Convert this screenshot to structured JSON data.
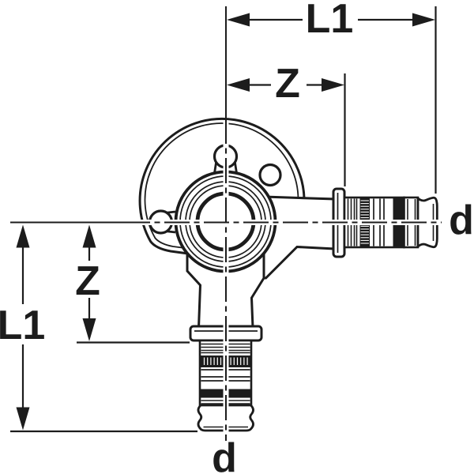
{
  "figure": {
    "kind": "technical-dimension-drawing",
    "subject": "wall-plate elbow pipe fitting with two press-fit connectors",
    "background_color": "#ffffff",
    "line_color": "#1c1c1c"
  },
  "dimension_labels": {
    "top_length": "L1",
    "top_center_offset": "Z",
    "left_length": "L1",
    "left_center_offset": "Z",
    "right_end_diameter": "d",
    "bottom_end_diameter": "d"
  }
}
